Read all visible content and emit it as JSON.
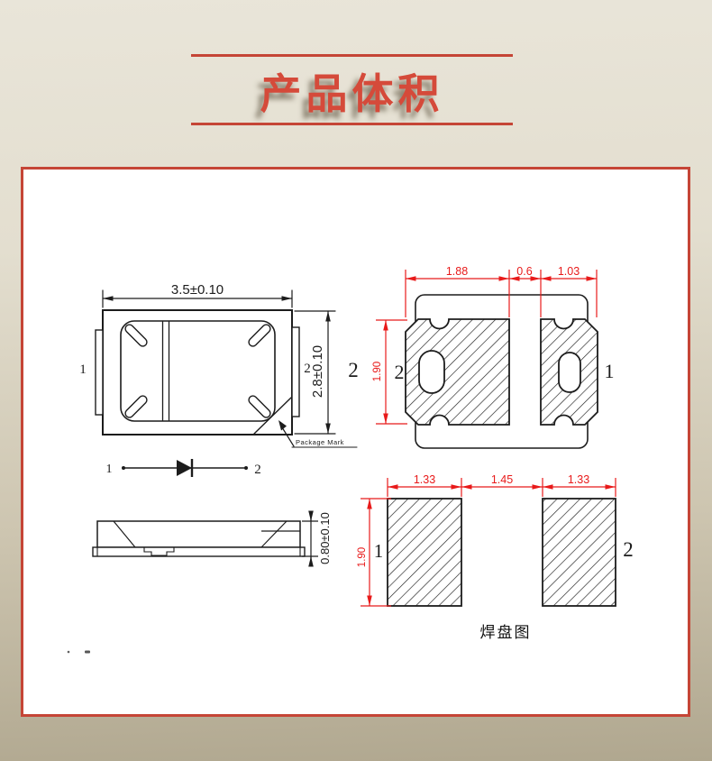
{
  "header": {
    "title": "产品体积"
  },
  "colors": {
    "accent_red": "#c54536",
    "dim_red": "#e81a1a",
    "line_black": "#1c1c1c",
    "pin_blue": "#3a56c4",
    "pin_red": "#c0392b"
  },
  "top_view": {
    "width_dim": "3.5±0.10",
    "height_dim": "2.8±0.10",
    "pin1_label": "1",
    "pin2_label": "2",
    "pin2_outer_label": "2",
    "package_mark_label": "Package Mark"
  },
  "circuit": {
    "pin1_label": "1",
    "pin2_label": "2"
  },
  "side_view": {
    "thickness_dim": "0.80±0.10"
  },
  "pad_layout": {
    "pad2_width_dim": "1.88",
    "gap_dim": "0.6",
    "pad1_width_dim": "1.03",
    "height_dim": "1.90",
    "pad2_label": "2",
    "pad1_label": "1"
  },
  "solder_pad": {
    "pad1_width_dim": "1.33",
    "gap_dim": "1.45",
    "pad2_width_dim": "1.33",
    "height_dim": "1.90",
    "pad1_label": "1",
    "pad2_label": "2",
    "caption": "焊盘图"
  }
}
